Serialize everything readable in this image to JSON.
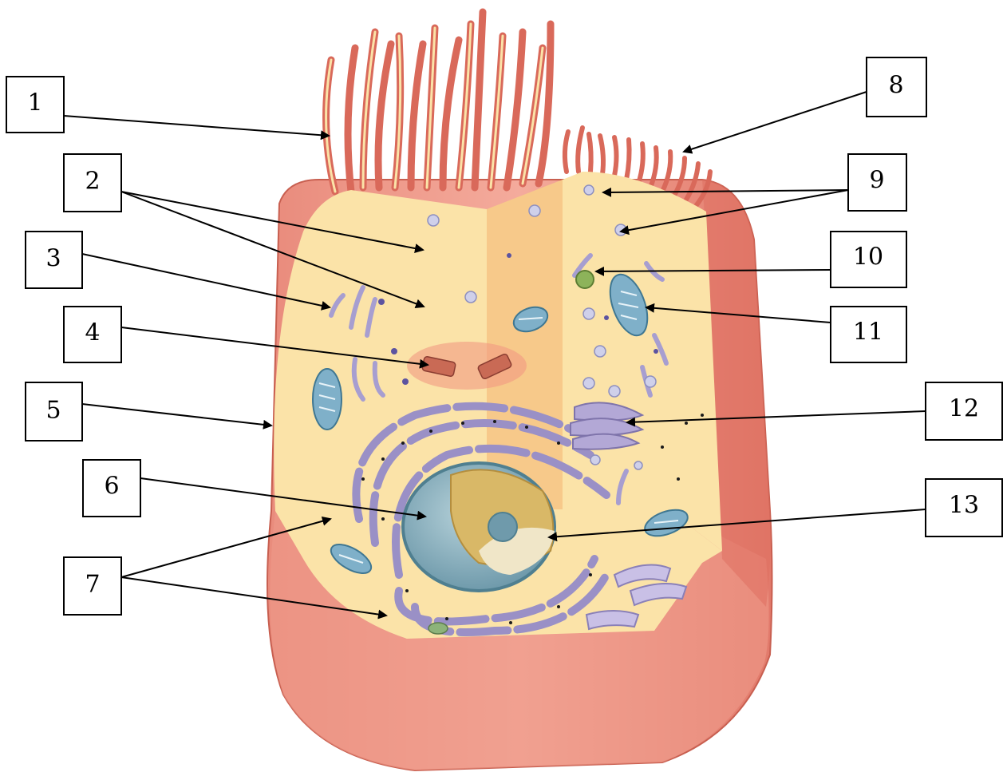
{
  "colors": {
    "membrane": "#f2a193",
    "membrane_dark": "#d9695a",
    "cytoplasm": "#fbe3a8",
    "cytoplasm_cut": "#f7c98a",
    "nucleus": "#8fb7c4",
    "nucleus_inner": "#d9b867",
    "organelle_purple": "#b3a8d6",
    "mitochondria": "#7fb0c9",
    "vesicle": "#c9c9e8"
  },
  "labels": [
    {
      "id": "1",
      "text": "1"
    },
    {
      "id": "2",
      "text": "2"
    },
    {
      "id": "3",
      "text": "3"
    },
    {
      "id": "4",
      "text": "4"
    },
    {
      "id": "5",
      "text": "5"
    },
    {
      "id": "6",
      "text": "6"
    },
    {
      "id": "7",
      "text": "7"
    },
    {
      "id": "8",
      "text": "8"
    },
    {
      "id": "9",
      "text": "9"
    },
    {
      "id": "10",
      "text": "10"
    },
    {
      "id": "11",
      "text": "11"
    },
    {
      "id": "12",
      "text": "12"
    },
    {
      "id": "13",
      "text": "13"
    }
  ]
}
